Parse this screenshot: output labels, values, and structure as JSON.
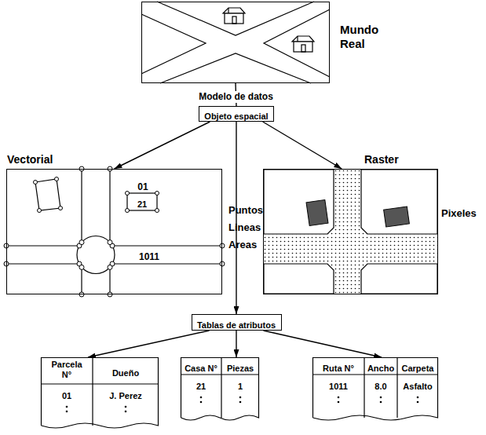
{
  "diagram": {
    "nodes": [
      {
        "text": [
          "Mundo Real"
        ]
      },
      {
        "text": [
          "Objeto espacial"
        ]
      },
      {
        "text": [
          "Vectorial"
        ]
      },
      {
        "text": [
          "Raster"
        ]
      },
      {
        "text": [
          "Tablas de atributos"
        ]
      },
      {
        "text": [
          "Parcela N°",
          "Dueño",
          "01",
          "J. Perez"
        ]
      },
      {
        "text": [
          "Casa N°",
          "Piezas",
          "21",
          "1"
        ]
      },
      {
        "text": [
          "Ruta N°",
          "Ancho",
          "Carpeta",
          "1011",
          "8.0",
          "Asfalto"
        ]
      }
    ],
    "edges": [
      {
        "from": 0,
        "to": 1,
        "label": "Modelo de datos",
        "arrow": "none"
      },
      {
        "from": 1,
        "to": 2,
        "arrow": "to"
      },
      {
        "from": 1,
        "to": 3,
        "arrow": "to"
      },
      {
        "from": 1,
        "to": 4,
        "arrow": "to"
      },
      {
        "from": 4,
        "to": 5,
        "arrow": "to"
      },
      {
        "from": 4,
        "to": 6,
        "arrow": "to"
      },
      {
        "from": 4,
        "to": 7,
        "arrow": "to"
      }
    ],
    "labels": [
      "01",
      "21",
      "1011",
      "Puntos",
      "Lineas",
      "Areas",
      "Pixeles"
    ]
  }
}
